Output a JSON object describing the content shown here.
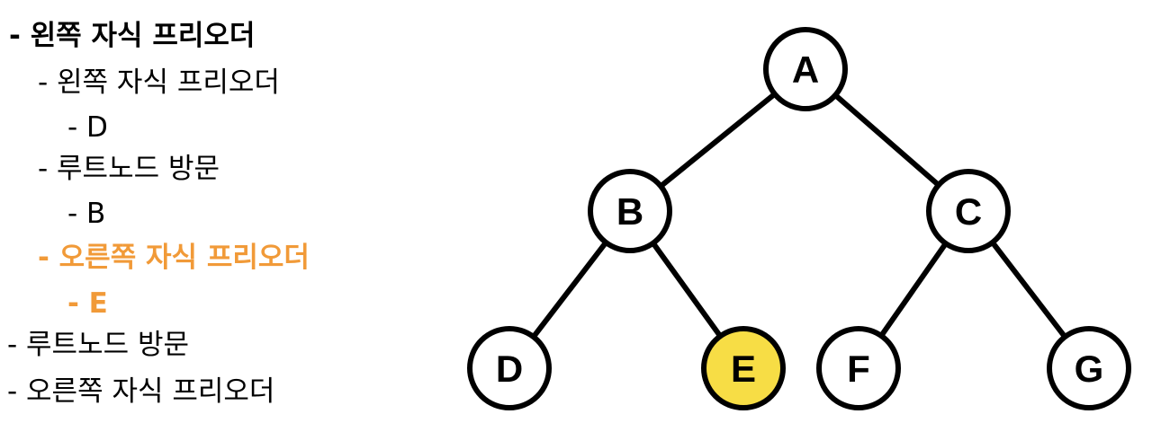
{
  "outline": [
    {
      "text": "- 왼쪽 자식 프리오더",
      "style": "bold"
    },
    {
      "text": "- 왼쪽 자식 프리오더",
      "style": "normal"
    },
    {
      "text": "- D",
      "style": "normal"
    },
    {
      "text": "- 루트노드 방문",
      "style": "normal"
    },
    {
      "text": "- B",
      "style": "normal"
    },
    {
      "text": "- 오른쪽 자식 프리오더",
      "style": "highlight"
    },
    {
      "text": "- E",
      "style": "highlight"
    },
    {
      "text": "- 루트노드 방문",
      "style": "normal"
    },
    {
      "text": "- 오른쪽 자식 프리오더",
      "style": "normal"
    }
  ],
  "tree": {
    "nodes": [
      {
        "id": "A",
        "label": "A",
        "highlighted": false
      },
      {
        "id": "B",
        "label": "B",
        "highlighted": false
      },
      {
        "id": "C",
        "label": "C",
        "highlighted": false
      },
      {
        "id": "D",
        "label": "D",
        "highlighted": false
      },
      {
        "id": "E",
        "label": "E",
        "highlighted": true
      },
      {
        "id": "F",
        "label": "F",
        "highlighted": false
      },
      {
        "id": "G",
        "label": "G",
        "highlighted": false
      }
    ],
    "edges": [
      [
        "A",
        "B"
      ],
      [
        "A",
        "C"
      ],
      [
        "B",
        "D"
      ],
      [
        "B",
        "E"
      ],
      [
        "C",
        "F"
      ],
      [
        "C",
        "G"
      ]
    ]
  },
  "colors": {
    "highlight_text": "#f19a38",
    "highlight_node": "#f7dd45",
    "node_fill": "#ffffff",
    "stroke": "#000000"
  }
}
